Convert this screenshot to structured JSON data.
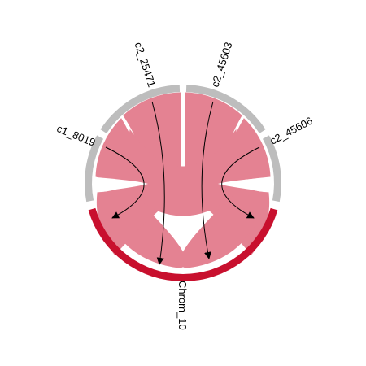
{
  "diagram": {
    "type": "chord",
    "sectors": [
      {
        "id": "c1_8019",
        "label": "c1_8019",
        "color": "#bdbdbd"
      },
      {
        "id": "c2_25471",
        "label": "c2_25471",
        "color": "#bdbdbd"
      },
      {
        "id": "c2_45603",
        "label": "c2_45603",
        "color": "#bdbdbd"
      },
      {
        "id": "c2_45606",
        "label": "c2_45606",
        "color": "#bdbdbd"
      },
      {
        "id": "Chrom_10",
        "label": "Chrom_10",
        "color": "#c8102e"
      }
    ],
    "links": [
      {
        "from": "c1_8019",
        "to": "Chrom_10"
      },
      {
        "from": "c2_25471",
        "to": "Chrom_10"
      },
      {
        "from": "c2_45603",
        "to": "Chrom_10"
      },
      {
        "from": "c2_45606",
        "to": "Chrom_10"
      }
    ],
    "colors": {
      "link_fill": "#e48292",
      "link_stroke": "#ffffff",
      "arrow": "#000000"
    }
  }
}
